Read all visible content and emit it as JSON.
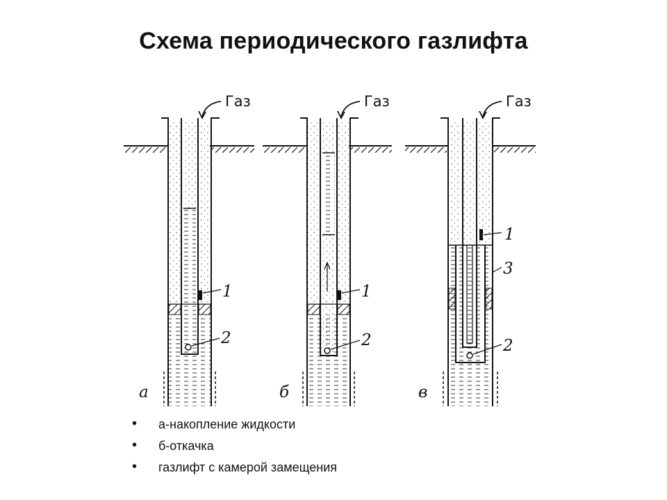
{
  "title": "Схема периодического газлифта",
  "gas_label": "Газ",
  "panels": [
    {
      "letter": "а",
      "callouts": [
        "1",
        "2"
      ]
    },
    {
      "letter": "б",
      "callouts": [
        "1",
        "2"
      ]
    },
    {
      "letter": "в",
      "callouts": [
        "1",
        "3",
        "2"
      ]
    }
  ],
  "legend": [
    {
      "text": "а-накопление жидкости"
    },
    {
      "text": "б-откачка"
    },
    {
      "text": "газлифт с камерой замещения"
    }
  ],
  "bullet_char": "•"
}
